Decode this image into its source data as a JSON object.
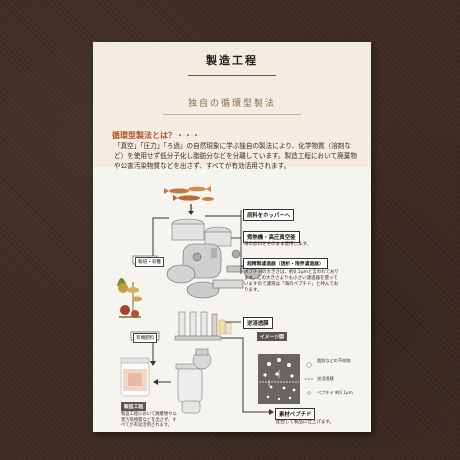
{
  "doc": {
    "title": "製造工程",
    "subtitle": "独自の循環型製法",
    "section_heading": "循環型製法とは？・・・",
    "intro": "「真空」「圧力」「ろ過」の自然現象に学ぶ独自の製法により、化学物質（溶剤など）を使用せず低分子化し脂肪分などを分離しています。製造工程において廃棄物や公害汚染物質などを出さず、すべてが有効活用されます。"
  },
  "diagram": {
    "labels": {
      "fertilizer_cycle": "栽培・収穫",
      "organic_fertilizer": "有機肥料"
    },
    "steps": [
      {
        "title": "原料をホッパーへ",
        "body": ""
      },
      {
        "title": "煮熱機・高圧真空釜",
        "body": "海の原料をそのまま使用します。"
      },
      {
        "title": "超精製濾過器（透析・限界濾過器）",
        "body": "ペプチドの大きさは、約0.1μmと言われております。この大きさよりも小さい濾過器を使っていますので濾液は「海のペプチド」と呼んでおります。"
      },
      {
        "title": "逆浸透膜",
        "body": ""
      },
      {
        "title": "素材ペプチド",
        "body": "配合して製品に仕上げます。"
      }
    ],
    "image_label": "イメージ図",
    "legend": [
      {
        "text": "脂肪などの不純物"
      },
      {
        "text": "逆浸透膜"
      },
      {
        "text": "ペプチド 約0.1μm"
      }
    ],
    "mfg_title": "製造工程",
    "mfg_body": "製造工程において廃棄物や公害汚染物質などを出さず、すべてが有効活用されます。"
  },
  "colors": {
    "accent": "#b0531f",
    "paper": "#f6f4ef",
    "header_band": "#f2ece2",
    "background": "#3e2c24",
    "box_gray": "#5b5652"
  }
}
